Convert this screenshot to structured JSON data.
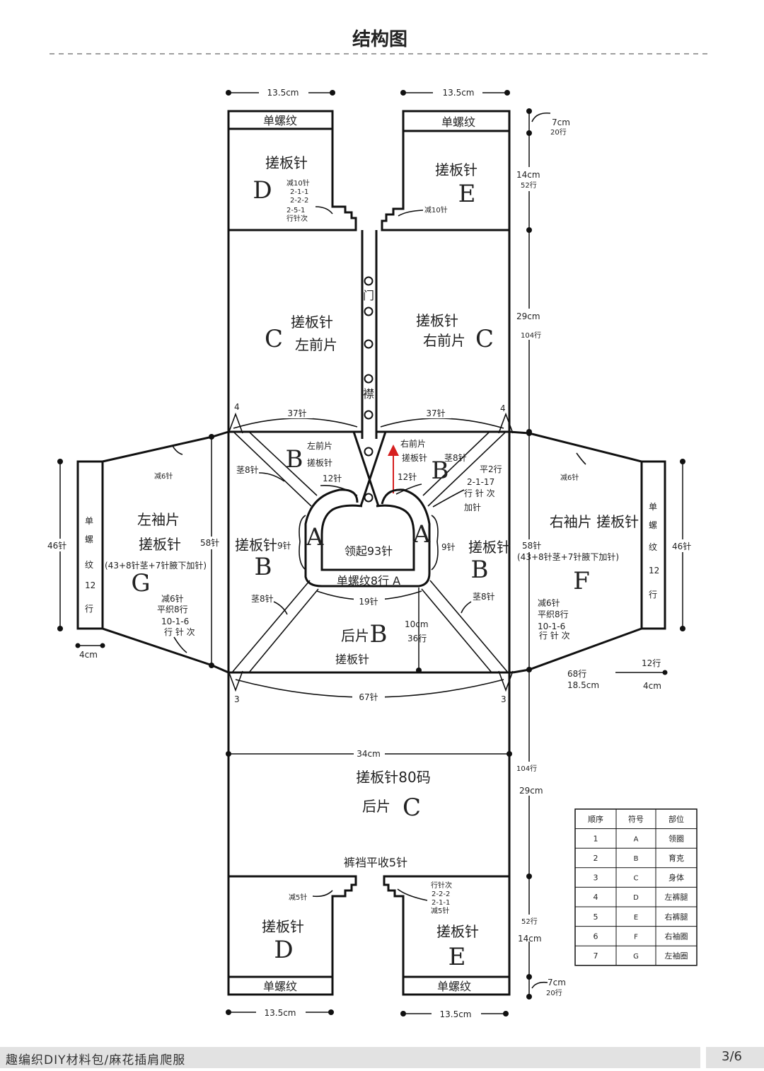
{
  "title": "结构图",
  "footer": {
    "brand": "趣编织DIY材料包/麻花插肩爬服",
    "page": "3/6"
  },
  "labels": {
    "dim_13_5": "13.5cm",
    "rib": "单螺纹",
    "stockinette": "搓板针",
    "D": "D",
    "E": "E",
    "C": "C",
    "B": "B",
    "A": "A",
    "F": "F",
    "G": "G",
    "dec10": "减10针",
    "seq_211": "2-1-1",
    "seq_222": "2-2-2",
    "seq_251": "2-5-1",
    "row_needle_times": "行针次",
    "door": "门",
    "placket": "襟",
    "left_front": "左前片",
    "right_front": "右前片",
    "cm7": "7cm",
    "rows20": "20行",
    "cm14": "14cm",
    "rows52": "52行",
    "cm29": "29cm",
    "rows104": "104行",
    "n4": "4",
    "n3": "3",
    "st37": "37针",
    "st12": "12针",
    "st9": "9针",
    "st19": "19针",
    "st67": "67针",
    "stem8": "茎8针",
    "flat2": "平2行",
    "seq_2117": "2-1-17",
    "row_needle_times_sp": "行 针 次",
    "inc": "加针",
    "neck": "领起93针",
    "rib8": "单螺纹8行 A",
    "cm10": "10cm",
    "rows36": "36行",
    "back": "后片",
    "left_sleeve": "左袖片",
    "right_sleeve": "右袖片 搓板针",
    "st58": "58针",
    "st46": "46针",
    "sleeve_formula": "(43+8针茎+7针腋下加针)",
    "dec6": "减6针",
    "flat8": "平织8行",
    "seq_1016": "10-1-6",
    "rib_v": [
      "单",
      "螺",
      "纹",
      "12",
      "行"
    ],
    "cm4": "4cm",
    "rows12": "12行",
    "rows68": "68行",
    "cm18_5": "18.5cm",
    "cm34": "34cm",
    "stock80": "搓板针80码",
    "crotch": "裤裆平收5针",
    "dec5": "减5针",
    "rows104b": "104行",
    "rows52b": "52行"
  },
  "table": {
    "headers": [
      "顺序",
      "符号",
      "部位"
    ],
    "rows": [
      [
        "1",
        "A",
        "领圈"
      ],
      [
        "2",
        "B",
        "育克"
      ],
      [
        "3",
        "C",
        "身体"
      ],
      [
        "4",
        "D",
        "左裤腿"
      ],
      [
        "5",
        "E",
        "右裤腿"
      ],
      [
        "6",
        "F",
        "右袖圈"
      ],
      [
        "7",
        "G",
        "左袖圈"
      ]
    ]
  },
  "colors": {
    "arrow": "#d61f1f",
    "line": "#111111",
    "footer_bg": "#e2e2e2"
  }
}
